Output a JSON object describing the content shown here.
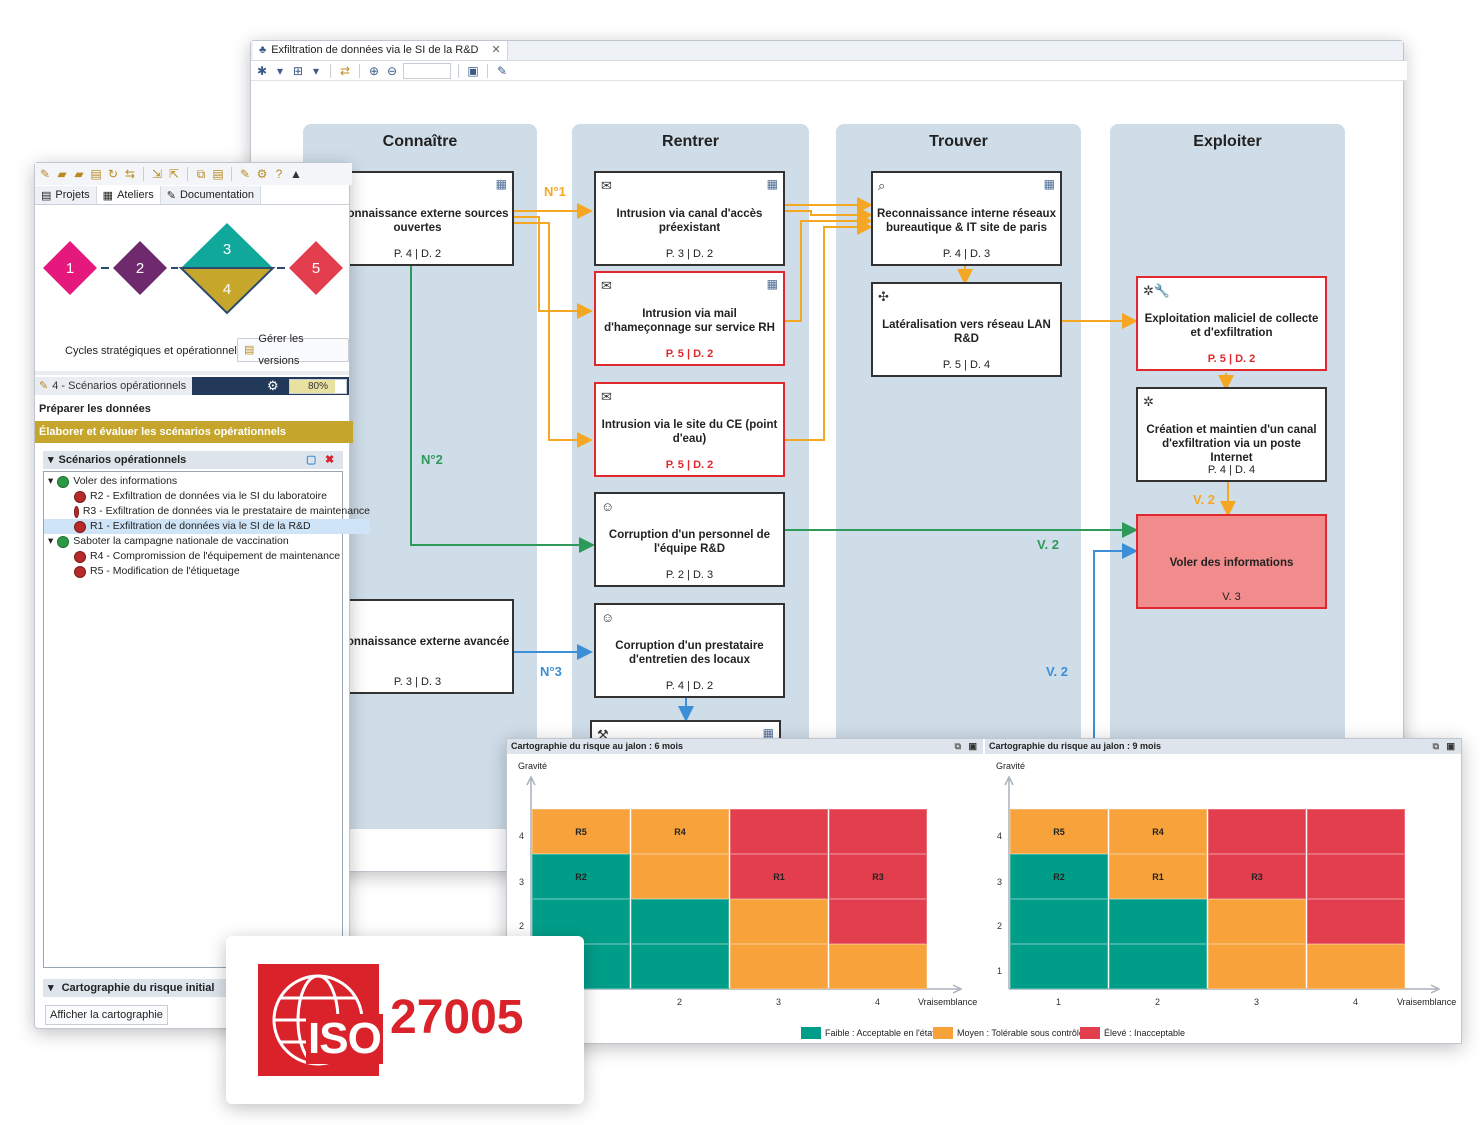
{
  "main_window": {
    "tab_title": "Exfiltration de données via le SI de la R&D",
    "lanes": [
      "Connaître",
      "Rentrer",
      "Trouver",
      "Exploiter"
    ],
    "nodes": {
      "c1": {
        "title": "Reconnaissance externe sources ouvertes",
        "meta": "P. 4 | D. 2"
      },
      "c2": {
        "title": "Reconnaissance externe avancée",
        "meta": "P. 3 | D. 3"
      },
      "r1": {
        "title": "Intrusion via canal d'accès préexistant",
        "meta": "P. 3 | D. 2"
      },
      "r2": {
        "title": "Intrusion via mail d'hameçonnage sur service RH",
        "meta": "P. 5 | D. 2"
      },
      "r3": {
        "title": "Intrusion via le site du CE (point d'eau)",
        "meta": "P. 5 | D. 2"
      },
      "r4": {
        "title": "Corruption d'un personnel de l'équipe R&D",
        "meta": "P. 2 | D. 3"
      },
      "r5": {
        "title": "Corruption d'un prestataire d'entretien des locaux",
        "meta": "P. 4 | D. 2"
      },
      "t1": {
        "title": "Reconnaissance interne réseaux bureautique & IT site de paris",
        "meta": "P. 4 | D. 3"
      },
      "t2": {
        "title": "Latéralisation vers réseau LAN R&D",
        "meta": "P. 5 | D. 4"
      },
      "e1": {
        "title": "Exploitation maliciel de collecte et d'exfiltration",
        "meta": "P. 5 | D. 2"
      },
      "e2": {
        "title": "Création et maintien d'un canal d'exfiltration via un poste Internet",
        "meta": "P. 4 | D. 4"
      },
      "e3": {
        "title": "Voler des informations",
        "meta": "V. 3"
      }
    },
    "edge_labels": {
      "n1": "N°1",
      "n2": "N°2",
      "n3": "N°3",
      "v2a": "V. 2",
      "v2b": "V. 2",
      "v2c": "V. 2"
    },
    "colors": {
      "orange": "#f5a623",
      "green": "#2e9a5a",
      "blue": "#3b8fd6",
      "red": "#e0282e"
    }
  },
  "left_panel": {
    "tabs": [
      "Projets",
      "Ateliers",
      "Documentation"
    ],
    "cycle_steps": [
      "1",
      "2",
      "3",
      "4",
      "5"
    ],
    "cycle_caption": "Cycles stratégiques et opérationnels :",
    "versions_button": "Gérer les versions",
    "workshop_title": "4 - Scénarios opérationnels",
    "progress_label": "80%",
    "progress": 0.8,
    "step_prepare": "Préparer les données",
    "step_elaborate": "Élaborer et évaluer les scénarios opérationnels",
    "scenarios_section": "Scénarios opérationnels",
    "tree": [
      {
        "label": "Voler des informations",
        "kind": "group"
      },
      {
        "label": "R2 - Exfiltration de données via le SI du laboratoire",
        "kind": "item"
      },
      {
        "label": "R3 - Exfiltration de données via le prestataire de maintenance",
        "kind": "item"
      },
      {
        "label": "R1 - Exfiltration de données via le SI de la R&D",
        "kind": "item",
        "selected": true
      },
      {
        "label": "Saboter la campagne nationale de vaccination",
        "kind": "group"
      },
      {
        "label": "R4 - Compromission de l'équipement de maintenance",
        "kind": "item"
      },
      {
        "label": "R5 - Modification de l'étiquetage",
        "kind": "item"
      }
    ],
    "carto_section": "Cartographie du risque initial",
    "carto_button": "Afficher la cartographie"
  },
  "risk_panel": {
    "left_title": "Cartographie du risque au jalon : 6 mois",
    "right_title": "Cartographie du risque au jalon : 9 mois",
    "y_label": "Gravité",
    "x_label": "Vraisemblance",
    "y_ticks": [
      "1",
      "2",
      "3",
      "4"
    ],
    "x_ticks": [
      "1",
      "2",
      "3",
      "4"
    ],
    "legend": [
      "Faible : Acceptable en l'état",
      "Moyen : Tolérable sous contrôle",
      "Élevé : Inacceptable"
    ],
    "legend_colors": [
      "#009e89",
      "#f7a23a",
      "#e33e4e"
    ],
    "left_grid": [
      [
        {
          "c": "o",
          "t": "R5"
        },
        {
          "c": "o",
          "t": "R4"
        },
        {
          "c": "r",
          "t": ""
        },
        {
          "c": "r",
          "t": ""
        }
      ],
      [
        {
          "c": "g",
          "t": "R2"
        },
        {
          "c": "o",
          "t": ""
        },
        {
          "c": "r",
          "t": "R1"
        },
        {
          "c": "r",
          "t": "R3"
        }
      ],
      [
        {
          "c": "g",
          "t": ""
        },
        {
          "c": "g",
          "t": ""
        },
        {
          "c": "o",
          "t": ""
        },
        {
          "c": "r",
          "t": ""
        }
      ],
      [
        {
          "c": "g",
          "t": ""
        },
        {
          "c": "g",
          "t": ""
        },
        {
          "c": "o",
          "t": ""
        },
        {
          "c": "o",
          "t": ""
        }
      ]
    ],
    "right_grid": [
      [
        {
          "c": "o",
          "t": "R5"
        },
        {
          "c": "o",
          "t": "R4"
        },
        {
          "c": "r",
          "t": ""
        },
        {
          "c": "r",
          "t": ""
        }
      ],
      [
        {
          "c": "g",
          "t": "R2"
        },
        {
          "c": "o",
          "t": "R1"
        },
        {
          "c": "r",
          "t": "R3"
        },
        {
          "c": "r",
          "t": ""
        }
      ],
      [
        {
          "c": "g",
          "t": ""
        },
        {
          "c": "g",
          "t": ""
        },
        {
          "c": "o",
          "t": ""
        },
        {
          "c": "r",
          "t": ""
        }
      ],
      [
        {
          "c": "g",
          "t": ""
        },
        {
          "c": "g",
          "t": ""
        },
        {
          "c": "o",
          "t": ""
        },
        {
          "c": "o",
          "t": ""
        }
      ]
    ]
  },
  "iso_badge": {
    "logo": "ISO",
    "number": "27005"
  }
}
